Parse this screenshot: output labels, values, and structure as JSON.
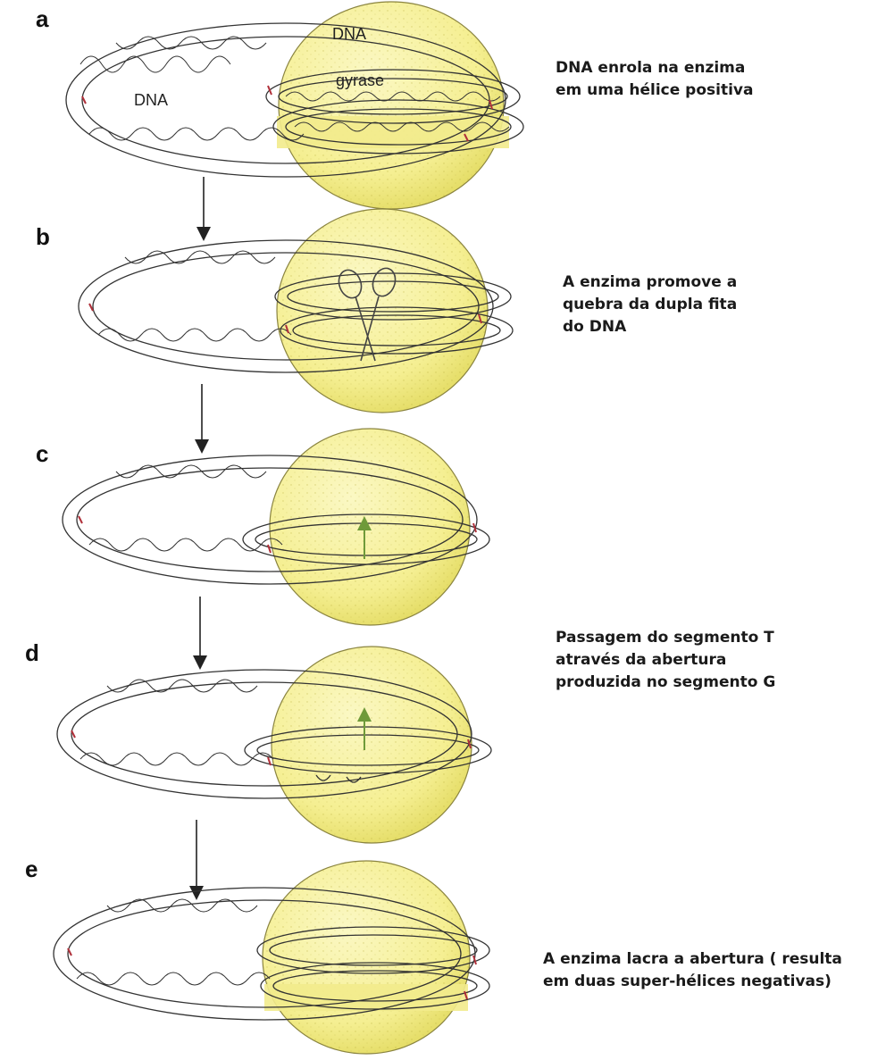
{
  "steps": [
    {
      "letter": "a",
      "caption": [
        "DNA enrola na enzima",
        "em uma hélice positiva"
      ],
      "labels": {
        "dna": "DNA",
        "enzyme_line1": "DNA",
        "enzyme_line2": "gyrase"
      }
    },
    {
      "letter": "b",
      "caption": [
        "A enzima promove a",
        "quebra da dupla fita",
        "do DNA"
      ]
    },
    {
      "letter": "c",
      "caption": []
    },
    {
      "letter": "d",
      "caption": [
        "Passagem do segmento T",
        "através da abertura",
        "produzida no segmento G"
      ]
    },
    {
      "letter": "e",
      "caption": [
        "A enzima lacra a abertura ( resulta",
        "em duas super-hélices negativas)"
      ]
    }
  ],
  "colors": {
    "enzyme_fill": "#f7f3a0",
    "enzyme_shade": "#e6df6a",
    "dna_strand": "#333333",
    "dna_accent": "#b0303a",
    "arrow": "#222222",
    "green_arrow": "#6f9a3a"
  },
  "icons": {
    "cut_tool": "scissors-icon",
    "passage": "up-arrow-icon"
  }
}
